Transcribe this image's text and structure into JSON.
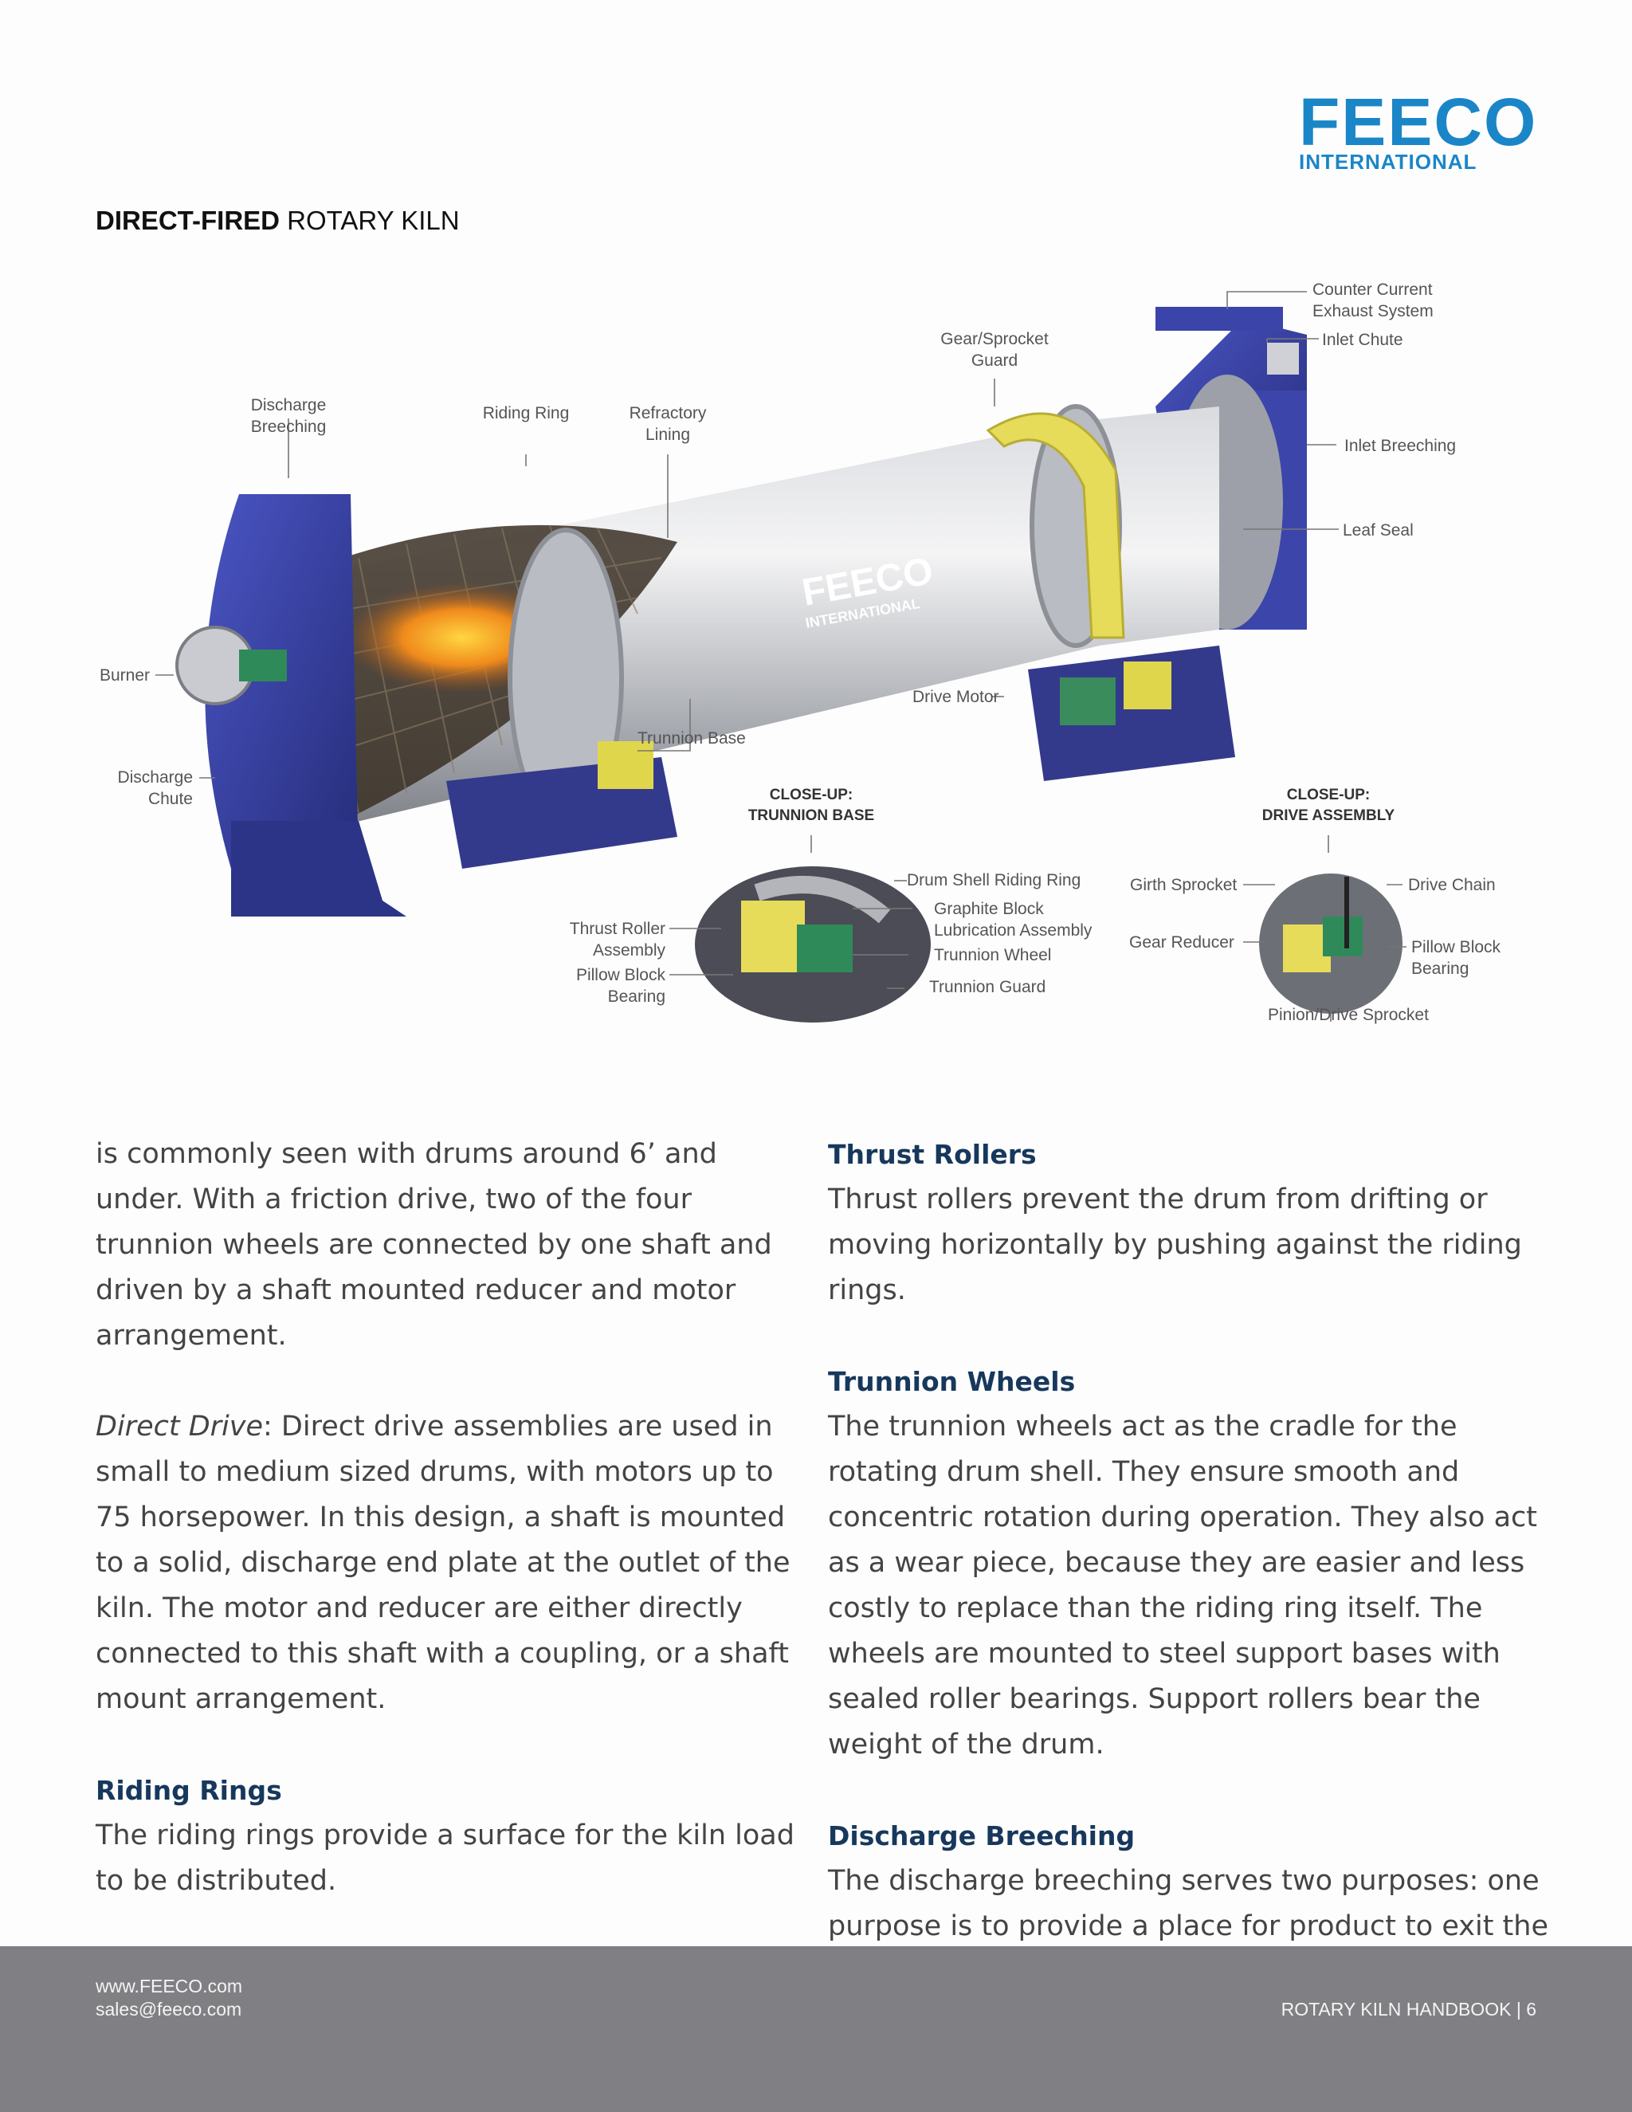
{
  "logo": {
    "wordmark": "FEECO",
    "sub": "INTERNATIONAL"
  },
  "figure": {
    "title_bold": "DIRECT-FIRED",
    "title_rest": " ROTARY KILN",
    "drum_logo": "FEECO",
    "drum_logo_sub": "INTERNATIONAL",
    "labels": {
      "counter_current": "Counter Current\nExhaust System",
      "inlet_chute": "Inlet Chute",
      "gear_guard": "Gear/Sprocket\nGuard",
      "discharge_breeching": "Discharge\nBreeching",
      "riding_ring": "Riding Ring",
      "refractory_lining": "Refractory\nLining",
      "inlet_breeching": "Inlet Breeching",
      "leaf_seal": "Leaf Seal",
      "burner": "Burner",
      "drive_motor": "Drive Motor",
      "trunnion_base": "Trunnion Base",
      "discharge_chute": "Discharge\nChute",
      "drum_shell_riding_ring": "Drum Shell Riding Ring",
      "graphite_block": "Graphite Block\nLubrication Assembly",
      "trunnion_wheel": "Trunnion Wheel",
      "trunnion_guard": "Trunnion Guard",
      "thrust_roller": "Thrust Roller\nAssembly",
      "pillow_block_left": "Pillow Block\nBearing",
      "girth_sprocket": "Girth Sprocket",
      "drive_chain": "Drive Chain",
      "gear_reducer": "Gear Reducer",
      "pillow_block_right": "Pillow Block\nBearing",
      "pinion_sprocket": "Pinion/Drive Sprocket"
    },
    "closeups": {
      "trunnion": "CLOSE-UP:\nTRUNNION BASE",
      "drive": "CLOSE-UP:\nDRIVE ASSEMBLY"
    }
  },
  "left_column": {
    "p1": "is commonly seen with drums around 6’ and under. With a friction drive, two of the four trunnion wheels are connected by one shaft and driven by a shaft mounted reducer and motor arrangement.",
    "p2_italic": "Direct Drive",
    "p2": ": Direct drive assemblies are used in small to medium sized drums, with motors up to 75 horsepower. In this design, a shaft is mounted to a solid, discharge end plate at the outlet of the kiln. The motor and reducer are either directly connected to this shaft with a coupling, or a shaft mount arrangement.",
    "h_riding": "Riding Rings",
    "p_riding": "The riding rings provide a surface for the kiln load to be distributed."
  },
  "right_column": {
    "h_thrust": "Thrust Rollers",
    "p_thrust": "Thrust rollers prevent the drum from drifting or moving horizontally by pushing against the riding rings.",
    "h_trunnion": "Trunnion Wheels",
    "p_trunnion": "The trunnion wheels act as the cradle for the rotating drum shell. They ensure smooth and concentric rotation during operation. They also act as a wear piece, because they are easier and less costly to replace than the riding ring itself. The wheels are mounted to steel support bases with sealed roller bearings. Support rollers bear the weight of the drum.",
    "h_discharge": "Discharge Breeching",
    "p_discharge": "The discharge breeching serves two purposes: one purpose is to provide a place for product to exit the"
  },
  "footer": {
    "website": "www.FEECO.com",
    "email": "sales@feeco.com",
    "handbook": "ROTARY KILN HANDBOOK",
    "separator": " | ",
    "page": "6"
  },
  "colors": {
    "brand_blue": "#1a86c8",
    "heading_navy": "#17385c",
    "footer_gray": "#808084",
    "equipment_blue": "#3a43a6",
    "guard_yellow": "#e6dc5a"
  }
}
